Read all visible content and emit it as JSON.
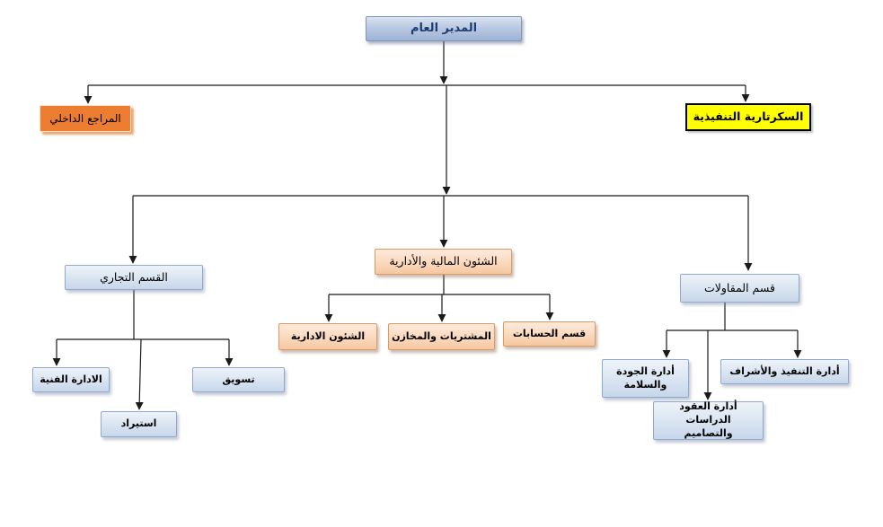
{
  "diagram": {
    "type": "org-chart",
    "language": "ar",
    "nodes": {
      "general_manager": {
        "label": "المدير العام"
      },
      "internal_auditor": {
        "label": "المراجع الداخلي"
      },
      "executive_secretariat": {
        "label": "السكرتارية التنفيذية"
      },
      "commercial_dept": {
        "label": "القسم التجاري"
      },
      "financial_admin": {
        "label": "الشئون المالية والأدارية"
      },
      "contracting_dept": {
        "label": "قسم المقاولات"
      },
      "technical_admin": {
        "label": "الادارة الفنية"
      },
      "marketing": {
        "label": "تسويق"
      },
      "import": {
        "label": "استيراد"
      },
      "admin_affairs": {
        "label": "الشئون الادارية"
      },
      "purchasing_warehouses": {
        "label": "المشتريات والمخازن"
      },
      "accounts_dept": {
        "label": "قسم الحسابات"
      },
      "quality_safety": {
        "line1": "أدارة الجودة",
        "line2": "والسلامة"
      },
      "execution_supervision": {
        "label": "أدارة التنفيذ والأشراف"
      },
      "contracts_studies": {
        "line1": "أدارة العقود الدراسات",
        "line2": "والتصاميم"
      }
    },
    "hierarchy": [
      {
        "parent": "general_manager",
        "children": [
          "internal_auditor",
          "executive_secretariat"
        ]
      },
      {
        "parent": "general_manager",
        "children": [
          "commercial_dept",
          "financial_admin",
          "contracting_dept"
        ]
      },
      {
        "parent": "commercial_dept",
        "children": [
          "technical_admin",
          "import",
          "marketing"
        ]
      },
      {
        "parent": "financial_admin",
        "children": [
          "admin_affairs",
          "purchasing_warehouses",
          "accounts_dept"
        ]
      },
      {
        "parent": "contracting_dept",
        "children": [
          "quality_safety",
          "contracts_studies",
          "execution_supervision"
        ]
      }
    ],
    "colors": {
      "manager_fill_top": "#dae4f1",
      "manager_fill_bottom": "#9db3d6",
      "manager_text": "#1f3b73",
      "blue_fill": "#dde7f3",
      "blue_border": "#8faad0",
      "peach_fill": "#fbd9bd",
      "peach_border": "#dd9a64",
      "orange_fill": "#ED7D31",
      "yellow_fill": "#FFFF00",
      "line_color": "#1a1a1a"
    }
  }
}
